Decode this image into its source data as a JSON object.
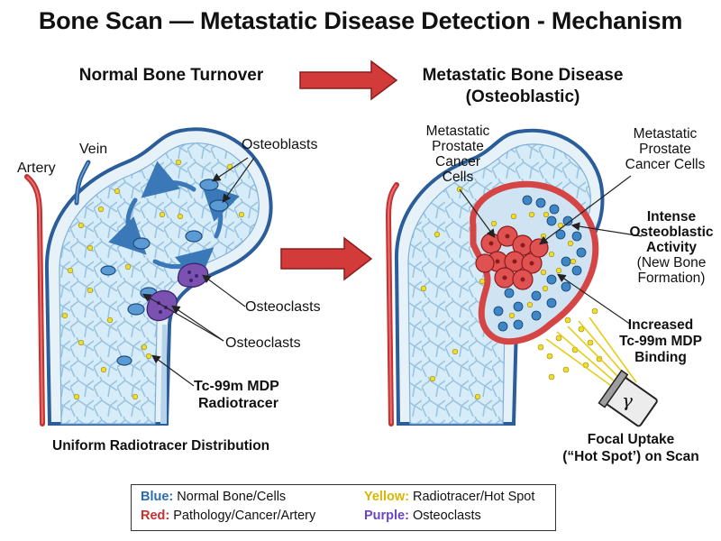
{
  "title": "Bone Scan — Metastatic Disease Detection - Mechanism",
  "left_panel": {
    "heading": "Normal Bone Turnover",
    "labels": {
      "artery": "Artery",
      "vein": "Vein",
      "osteoblasts": "Osteoblasts",
      "osteoclasts_1": "Osteoclasts",
      "osteoclasts_2": "Osteoclasts",
      "radiotracer_1": "Tc-99m MDP",
      "radiotracer_2": "Radiotracer",
      "caption": "Uniform Radiotracer Distribution"
    }
  },
  "right_panel": {
    "heading_1": "Metastatic Bone Disease",
    "heading_2": "(Osteoblastic)",
    "labels": {
      "cells_a": [
        "Metastatic",
        "Prostate",
        "Cancer",
        "Cells"
      ],
      "cells_b": [
        "Metastatic",
        "Prostate",
        "Cancer Cells"
      ],
      "activity": [
        "Intense",
        "Osteoblastic",
        "Activity"
      ],
      "activity_sub": [
        "(New Bone",
        "Formation)"
      ],
      "binding": [
        "Increased",
        "Tc-99m MDP",
        "Binding"
      ],
      "gamma": "γ",
      "focal": [
        "Focal Uptake",
        "(“Hot Spot’) on Scan"
      ]
    }
  },
  "legend": {
    "blue_key": "Blue:",
    "blue_text": "Normal Bone/Cells",
    "red_key": "Red:",
    "red_text": "Pathology/Cancer/Artery",
    "yellow_key": "Yellow:",
    "yellow_text": "Radiotracer/Hot Spot",
    "purple_key": "Purple:",
    "purple_text": "Osteoclasts"
  },
  "colors": {
    "blue": "#2b6cb0",
    "red": "#c53030",
    "yellow": "#d4b800",
    "purple": "#6b46c1"
  }
}
